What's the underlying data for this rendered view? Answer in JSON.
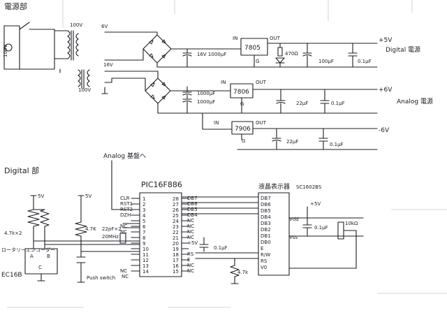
{
  "colors": {
    "ink": "#1c1c24",
    "paper": "#ffffff",
    "ghost": "#c9c9c9"
  },
  "power": {
    "section_title": "電源部",
    "ac_label": "100V",
    "transformer_primary": "100V",
    "secondary_a": "6V",
    "secondary_b": "16V",
    "secondary_c": "100V",
    "cap_main": "16V 1000μF",
    "reg_5v": "7805",
    "reg_5v_in": "IN",
    "reg_5v_out": "OUT",
    "reg_5v_g": "G",
    "res_5v": "470Ω",
    "cap_5v_a": "100μF",
    "cap_5v_b": "0.1μF",
    "cap_pos_a": "1000μF",
    "cap_pos_b": "1000μF",
    "reg_pos6": "7806",
    "reg_pos6_in": "IN",
    "reg_pos6_out": "OUT",
    "reg_pos6_g": "G",
    "cap_pos6_a": "22μF",
    "cap_pos6_b": "0.1μF",
    "reg_neg6": "7906",
    "reg_neg6_in": "IN",
    "reg_neg6_out": "OUT",
    "reg_neg6_g": "G",
    "cap_neg6_a": "22μF",
    "cap_neg6_b": "0.1μF",
    "out_5v": "+5V",
    "out_5v_name": "Digital 電源",
    "out_pos6": "+6V",
    "out_neg6": "-6V",
    "analog_name": "Analog 電源",
    "analog_to": "Analog 基盤へ"
  },
  "digital": {
    "section_title": "Digital 部",
    "vcc_a": "5V",
    "vcc_b": "5V",
    "res_pair": "4.7k×2",
    "res_single": "4.7K",
    "encoder_name": "ロータリーエンコーダー",
    "encoder_part": "EC16B",
    "pin_a": "A",
    "pin_b": "B",
    "pin_c": "C",
    "push_label": "Push switch",
    "xtal_a": "22pF×2",
    "xtal_b": "20MHz",
    "mcu_name": "PIC16F886",
    "mcu_left_names": [
      "CLR",
      "RST1",
      "RST2",
      "DZH",
      "",
      "NC",
      "NC",
      "",
      "",
      "",
      "",
      "",
      "",
      "NC"
    ],
    "mcu_right_names": [
      "DB7",
      "DB6",
      "DB5",
      "DB4",
      "NC",
      "NC",
      "NC",
      "NC",
      "+5V",
      "",
      "RS",
      "E",
      "NC",
      "NC"
    ],
    "res_bottom": "4.7k",
    "cap_mid": "0.1μF",
    "lcd_title": "液晶表示器",
    "lcd_part": "SC1602BS",
    "lcd_pins": [
      "DB7",
      "DB6",
      "DB5",
      "DB4",
      "DB3",
      "DB2",
      "DB1",
      "DB0",
      "E",
      "R/W",
      "RS",
      "V0"
    ],
    "lcd_vdd": "Vdd",
    "lcd_vss": "Vss",
    "lcd_5v": "+5V",
    "lcd_cap": "0.1μF",
    "pot_label": "10kΩ",
    "gnd_nc": "NC"
  }
}
